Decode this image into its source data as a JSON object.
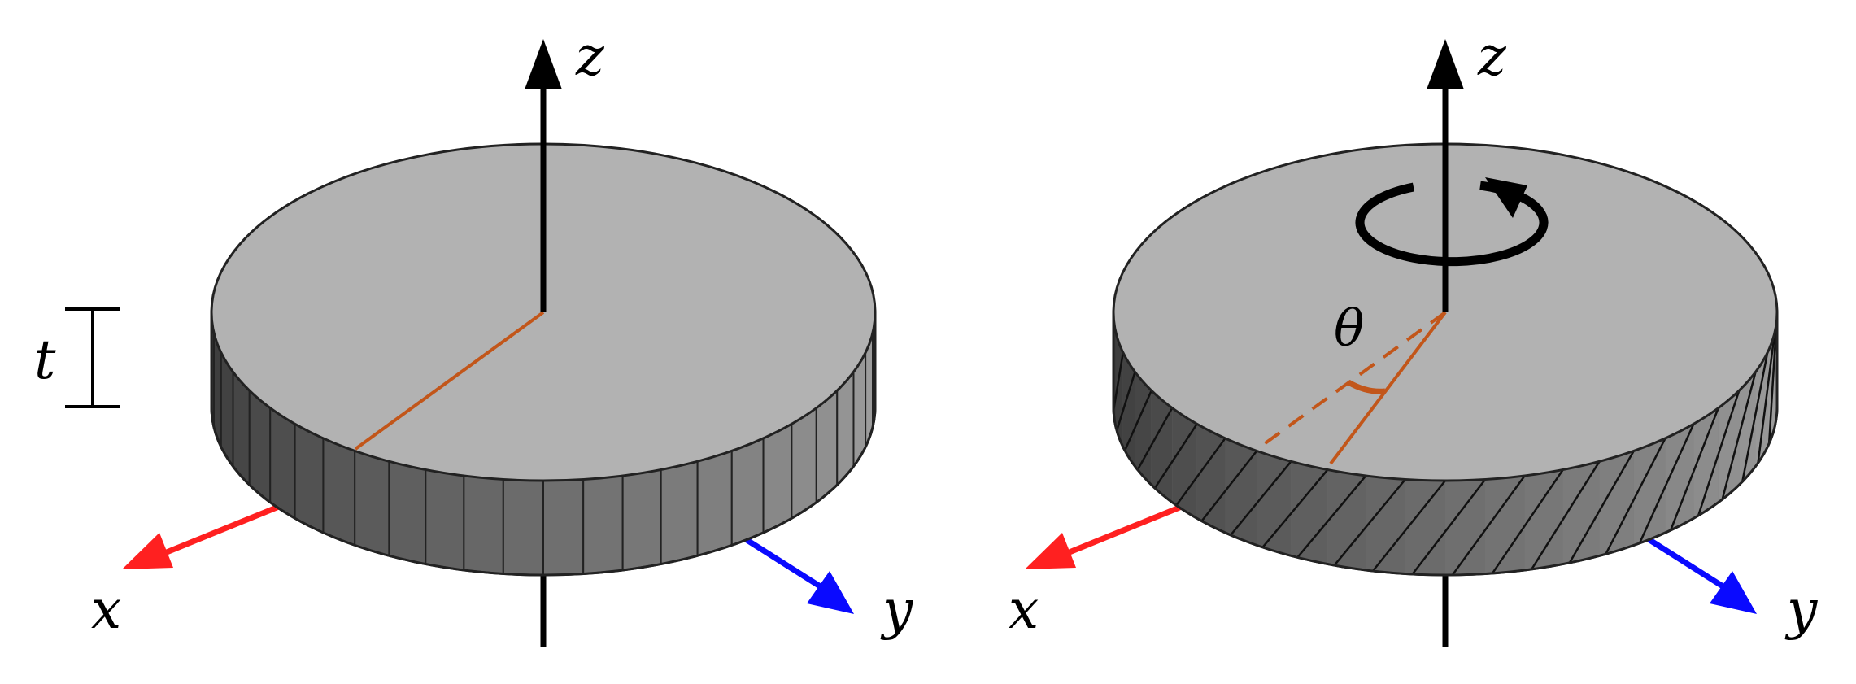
{
  "labels": {
    "left_z": "z",
    "left_x": "x",
    "left_y": "y",
    "thickness": "t",
    "right_z": "z",
    "right_x": "x",
    "right_y": "y",
    "angle": "θ"
  },
  "colors": {
    "x_axis": "#ff2020",
    "y_axis": "#0a0aff",
    "axis": "#000000",
    "top_face": "#b2b2b2",
    "outline": "#222222",
    "radius_line": "#c2561a",
    "side_dark": "#3a3a3a",
    "side_light": "#a0a0a0"
  },
  "icons": {
    "rotation": "rotation-arrow-icon"
  }
}
